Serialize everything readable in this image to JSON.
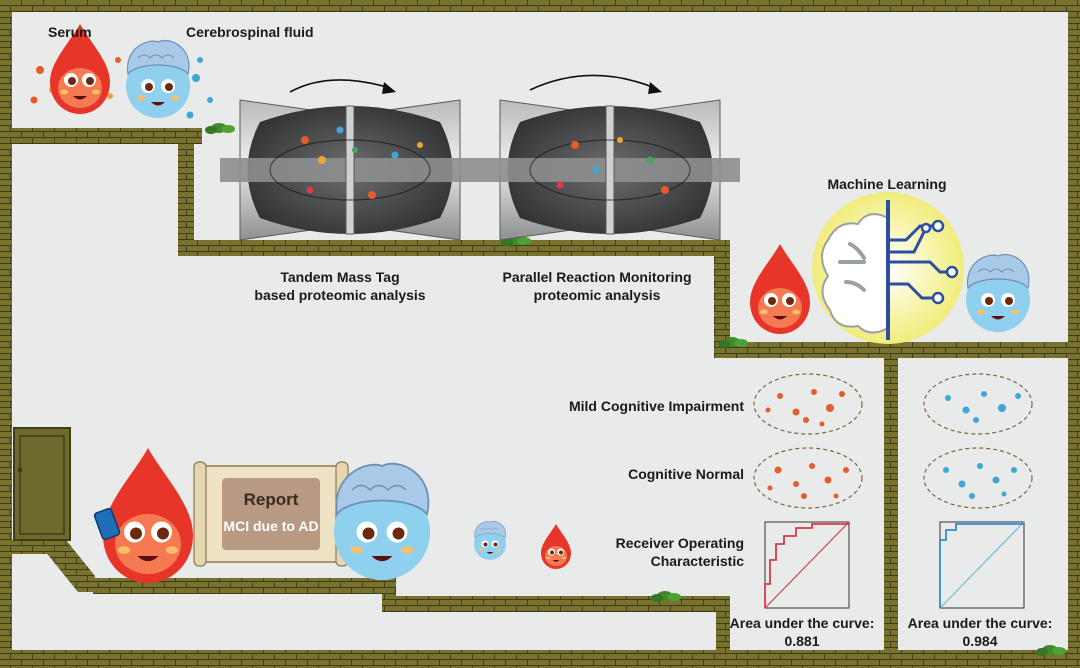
{
  "colors": {
    "brick": "#6e6a2c",
    "brick_line": "#3f3c16",
    "background": "#e9eaea",
    "serum_red": "#e8352a",
    "csf_blue": "#8fd0ee",
    "brain_blue": "#a9c9e8",
    "ml_glow": "#f4f08c",
    "ml_divider": "#2d4ea0",
    "mci_dot": "#e55b2a",
    "normal_dot": "#3fa6d6",
    "roc_serum": "#d83a4a",
    "roc_csf": "#2e8fd0",
    "moss": "#3f8a2a"
  },
  "labels": {
    "serum": "Serum",
    "csf": "Cerebrospinal fluid",
    "tmt": [
      "Tandem Mass Tag",
      "based proteomic analysis"
    ],
    "prm": [
      "Parallel Reaction Monitoring",
      "proteomic analysis"
    ],
    "machine_learning": "Machine Learning",
    "mci": "Mild Cognitive Impairment",
    "cn": "Cognitive Normal",
    "roc": [
      "Receiver Operating",
      "Characteristic"
    ],
    "auc_serum": [
      "Area under the curve:",
      "0.881"
    ],
    "auc_csf": [
      "Area under the curve:",
      "0.984"
    ],
    "report_title": "Report",
    "report_text": "MCI due to AD"
  },
  "icons": [
    "serum-character-icon",
    "csf-brain-character-icon",
    "mass-spectrometer-icon",
    "brain-circuit-icon",
    "scroll-icon",
    "door-icon",
    "phone-icon",
    "moss-icon"
  ]
}
